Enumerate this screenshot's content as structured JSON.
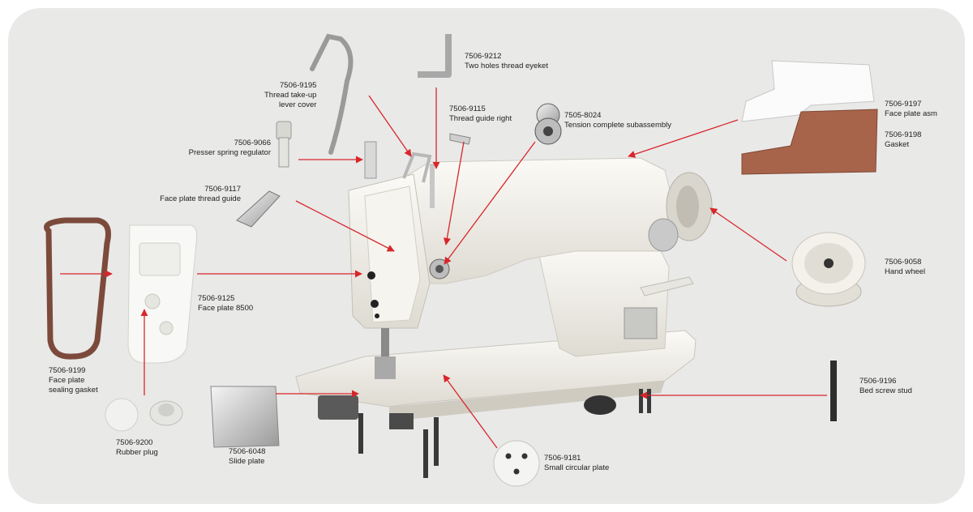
{
  "colors": {
    "background": "#e9e9e8",
    "machine": "#f2f0ea",
    "arrow": "#d8262b",
    "gasket": "#a8644a"
  },
  "callouts": [
    {
      "id": "take-up-cover",
      "code": "7506-9195",
      "name": "Thread take-up",
      "name2": "lever cover"
    },
    {
      "id": "eyelet",
      "code": "7506-9212",
      "name": "Two holes thread eyeket"
    },
    {
      "id": "guide-right",
      "code": "7506-9115",
      "name": "Thread guide right"
    },
    {
      "id": "tension",
      "code": "7505-8024",
      "name": "Tension complete subassembly"
    },
    {
      "id": "spring-regulator",
      "code": "7506-9066",
      "name": "Presser spring regulator"
    },
    {
      "id": "face-guide",
      "code": "7506-9117",
      "name": "Face plate thread guide"
    },
    {
      "id": "face-plate-asm",
      "code": "7506-9197",
      "name": "Face plate asm"
    },
    {
      "id": "gasket",
      "code": "7506-9198",
      "name": "Gasket"
    },
    {
      "id": "face-plate",
      "code": "7506-9125",
      "name": "Face plate 8500"
    },
    {
      "id": "hand-wheel",
      "code": "7506-9058",
      "name": "Hand wheel"
    },
    {
      "id": "sealing-gasket",
      "code": "7506-9199",
      "name": "Face plate",
      "name2": "sealing gasket"
    },
    {
      "id": "stud",
      "code": "7506-9196",
      "name": "Bed screw stud"
    },
    {
      "id": "rubber-plug",
      "code": "7506-9200",
      "name": "Rubber plug"
    },
    {
      "id": "slide-plate",
      "code": "7506-6048",
      "name": "Slide plate"
    },
    {
      "id": "circular-plate",
      "code": "7506-9181",
      "name": "Small circular plate"
    }
  ]
}
